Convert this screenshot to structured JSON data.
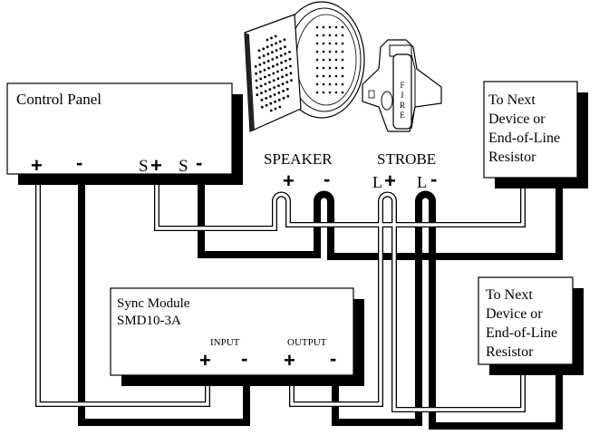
{
  "control_panel": {
    "title": "Control Panel",
    "pos_label": "+",
    "neg_label": "-",
    "s_pos_prefix": "S",
    "s_pos_sign": "+",
    "s_neg_prefix": "S",
    "s_neg_sign": "-"
  },
  "speaker": {
    "title": "SPEAKER",
    "pos_label": "+",
    "neg_label": "-"
  },
  "strobe": {
    "title": "STROBE",
    "pos_prefix": "L",
    "pos_sign": "+",
    "neg_prefix": "L",
    "neg_sign": "-",
    "device_lettering": [
      "F",
      "I",
      "R",
      "E"
    ]
  },
  "next_device_top": {
    "lines": [
      "To Next",
      "Device or",
      "End-of-Line",
      "Resistor"
    ]
  },
  "next_device_bottom": {
    "lines": [
      "To Next",
      "Device or",
      "End-of-Line",
      "Resistor"
    ]
  },
  "sync_module": {
    "title_line1": "Sync Module",
    "title_line2": "SMD10-3A",
    "input_label": "INPUT",
    "output_label": "OUTPUT",
    "input_pos": "+",
    "input_neg": "-",
    "output_pos": "+",
    "output_neg": "-"
  },
  "colors": {
    "line": "#000000",
    "background": "#ffffff"
  }
}
